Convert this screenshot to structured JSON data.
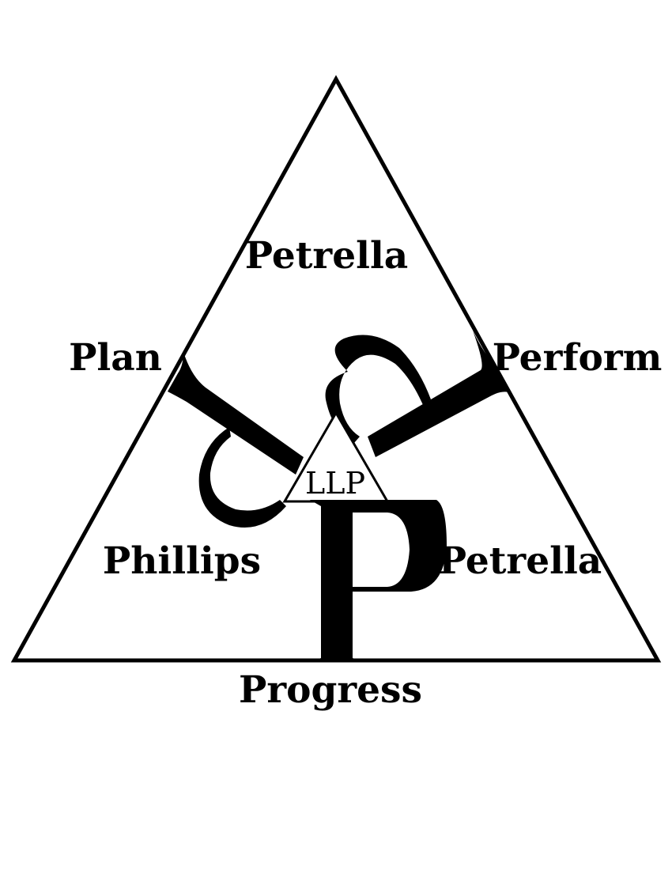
{
  "logo": {
    "labels": {
      "top_name": "Petrella",
      "left_word": "Plan",
      "right_word": "Perform",
      "bottom_left_name": "Phillips",
      "bottom_right_name": "Petrella",
      "center_suffix": "LLP",
      "bottom_word": "Progress"
    },
    "colors": {
      "ink": "#000000",
      "paper": "#ffffff"
    }
  }
}
